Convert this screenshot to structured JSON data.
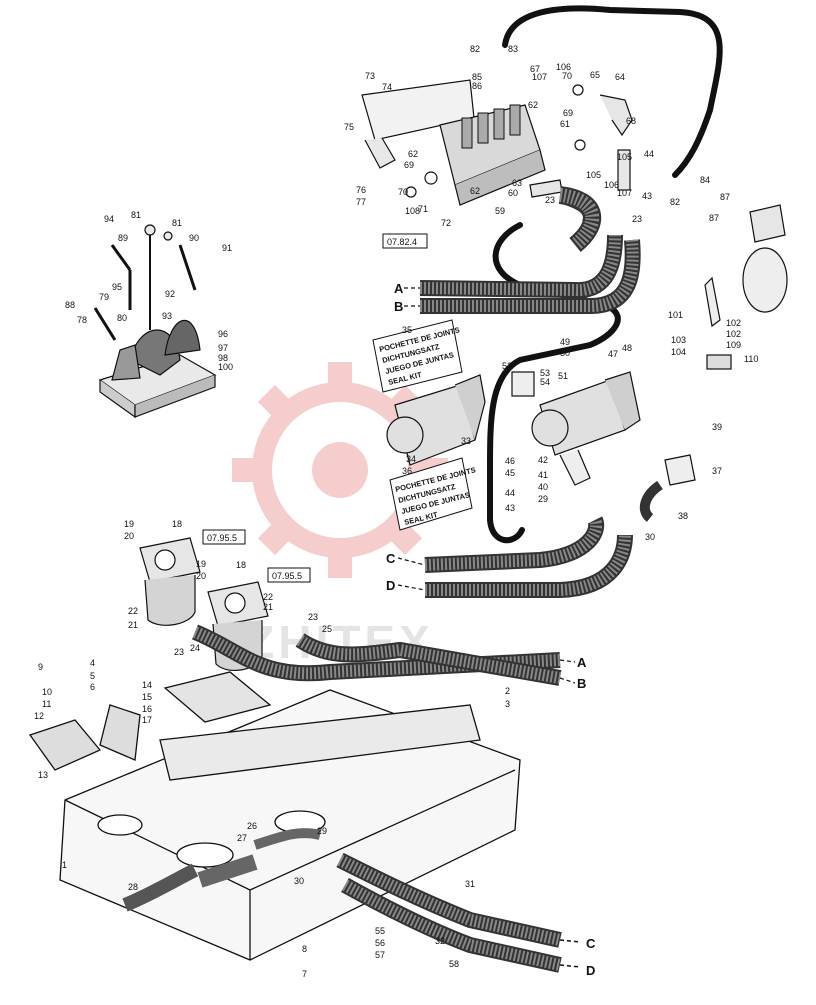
{
  "watermark": "ZHITEX",
  "kits": [
    {
      "lines": [
        "POCHETTE DE JOINTS",
        "DICHTUNGSATZ",
        "JUEGO DE JUNTAS",
        "SEAL KIT"
      ]
    },
    {
      "lines": [
        "POCHETTE DE JOINTS",
        "DICHTUNGSATZ",
        "JUEGO DE JUNTAS",
        "SEAL KIT"
      ]
    }
  ],
  "refs": [
    "07.82.4",
    "07.95.5",
    "07.95.5"
  ],
  "connectors": [
    "A",
    "B",
    "C",
    "D",
    "A",
    "B",
    "C",
    "D"
  ],
  "labels": [
    "1",
    "2",
    "3",
    "4",
    "5",
    "6",
    "7",
    "8",
    "9",
    "10",
    "11",
    "12",
    "13",
    "14",
    "15",
    "16",
    "17",
    "18",
    "18",
    "19",
    "19",
    "20",
    "20",
    "21",
    "21",
    "22",
    "22",
    "23",
    "23",
    "23",
    "23",
    "24",
    "25",
    "26",
    "27",
    "28",
    "29",
    "29",
    "30",
    "30",
    "31",
    "32",
    "33",
    "34",
    "35",
    "36",
    "37",
    "38",
    "39",
    "40",
    "41",
    "42",
    "43",
    "43",
    "44",
    "44",
    "45",
    "46",
    "47",
    "48",
    "49",
    "50",
    "51",
    "52",
    "53",
    "54",
    "55",
    "56",
    "57",
    "58",
    "59",
    "60",
    "61",
    "62",
    "62",
    "62",
    "63",
    "64",
    "65",
    "67",
    "68",
    "69",
    "69",
    "70",
    "70",
    "71",
    "72",
    "73",
    "74",
    "75",
    "76",
    "77",
    "78",
    "79",
    "80",
    "81",
    "81",
    "82",
    "82",
    "83",
    "84",
    "85",
    "86",
    "87",
    "87",
    "88",
    "89",
    "90",
    "91",
    "92",
    "93",
    "94",
    "95",
    "96",
    "97",
    "98",
    "100",
    "101",
    "102",
    "102",
    "103",
    "104",
    "105",
    "105",
    "106",
    "106",
    "107",
    "107",
    "108",
    "109",
    "110"
  ]
}
